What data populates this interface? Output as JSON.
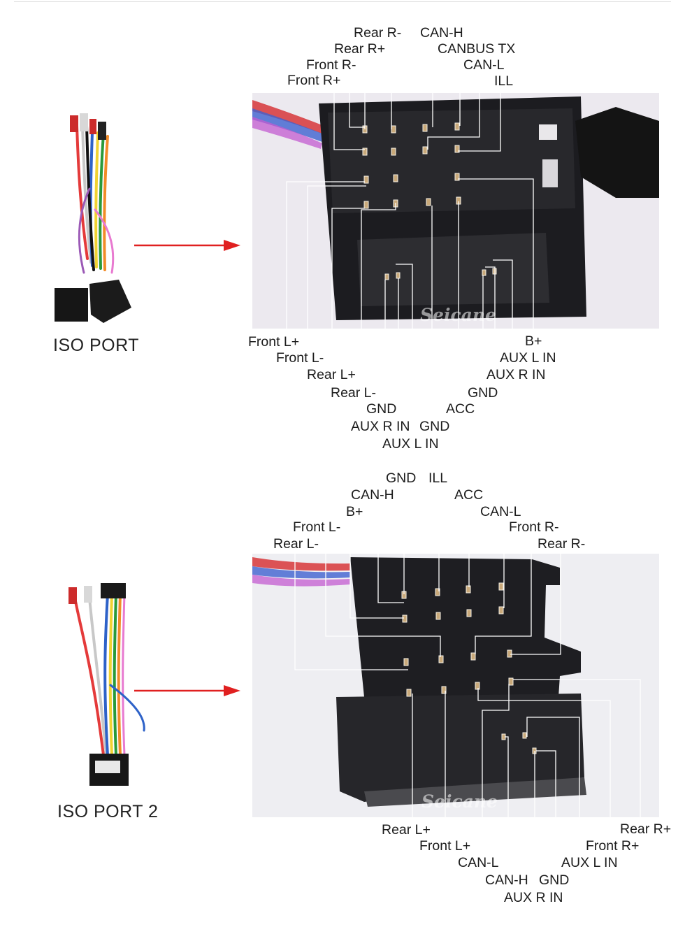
{
  "watermark": "Seicane",
  "colors": {
    "arrow": "#e02020",
    "leader": "#ffffff",
    "housing": "#1f1f22"
  },
  "section1": {
    "port_label": "ISO PORT",
    "labels_top": [
      "Rear R-",
      "CAN-H",
      "Rear R+",
      "CANBUS TX",
      "Front R-",
      "CAN-L",
      "Front R+",
      "ILL"
    ],
    "labels_bottom": [
      "Front L+",
      "B+",
      "Front L-",
      "AUX L IN",
      "Rear L+",
      "AUX R IN",
      "Rear L-",
      "GND",
      "GND",
      "ACC",
      "AUX R IN",
      "GND",
      "AUX L IN"
    ]
  },
  "section2": {
    "port_label": "ISO PORT 2",
    "labels_top": [
      "GND",
      "ILL",
      "CAN-H",
      "ACC",
      "B+",
      "CAN-L",
      "Front L-",
      "Front R-",
      "Rear L-",
      "Rear R-"
    ],
    "labels_bottom": [
      "Rear R+",
      "Rear L+",
      "Front L+",
      "Front R+",
      "CAN-L",
      "AUX L IN",
      "CAN-H",
      "GND",
      "AUX R IN"
    ]
  }
}
